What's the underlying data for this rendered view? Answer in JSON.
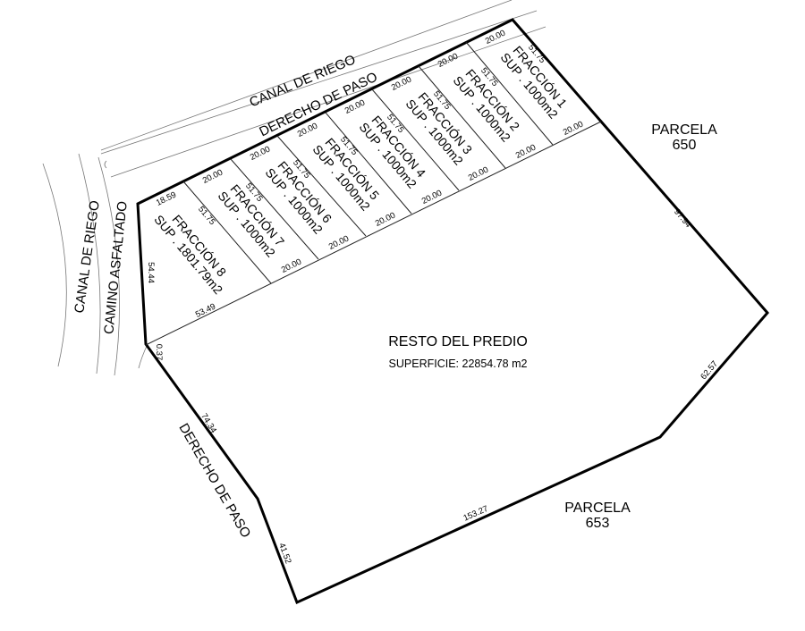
{
  "roads": {
    "canal_top": "CANAL DE RIEGO",
    "derecho_top": "DERECHO DE PASO",
    "canal_left": "CANAL DE RIEGO",
    "camino_left": "CAMINO  ASFALTADO",
    "derecho_left": "DERECHO DE PASO"
  },
  "fractions": [
    {
      "name": "FRACCIÓN 1",
      "area": "SUP . 1000m2",
      "top": "20.00",
      "bottom": "20.00",
      "side": "51.75"
    },
    {
      "name": "FRACCIÓN 2",
      "area": "SUP . 1000m2",
      "top": "20.00",
      "bottom": "20.00",
      "side": "51.75"
    },
    {
      "name": "FRACCIÓN 3",
      "area": "SUP . 1000m2",
      "top": "20.00",
      "bottom": "20.00",
      "side": "51.75"
    },
    {
      "name": "FRACCIÓN 4",
      "area": "SUP . 1000m2",
      "top": "20.00",
      "bottom": "20.00",
      "side": "51.75"
    },
    {
      "name": "FRACCIÓN 5",
      "area": "SUP . 1000m2",
      "top": "20.00",
      "bottom": "20.00",
      "side": "51.75"
    },
    {
      "name": "FRACCIÓN 6",
      "area": "SUP . 1000m2",
      "top": "20.00",
      "bottom": "20.00",
      "side": "51.75"
    },
    {
      "name": "FRACCIÓN 7",
      "area": "SUP . 1000m2",
      "top": "20.00",
      "bottom": "20.00",
      "side": "51.75"
    },
    {
      "name": "FRACCIÓN 8",
      "area": "SUP . 1801.79m2",
      "top": "18.59",
      "bottom": "53.49",
      "side": "51.75"
    }
  ],
  "dimensions": {
    "left_upper": "54.44",
    "left_short": "0.37",
    "left_diag": "74.34",
    "left_lower": "41.52",
    "bottom": "153.27",
    "right_lower": "62.57",
    "right_upper": "97.94"
  },
  "parcels": {
    "p650_label": "PARCELA",
    "p650_num": "650",
    "p653_label": "PARCELA",
    "p653_num": "653"
  },
  "rest": {
    "title": "RESTO DEL PREDIO",
    "area": "SUPERFICIE: 22854.78 m2"
  }
}
